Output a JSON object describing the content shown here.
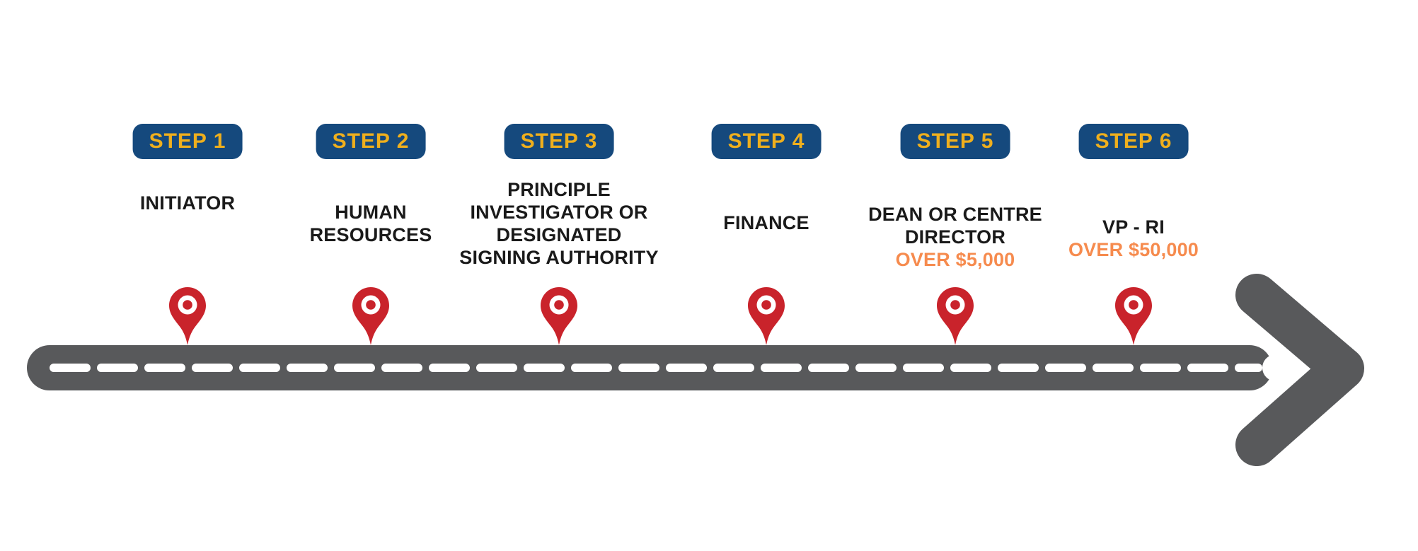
{
  "diagram": {
    "kind": "process-roadmap",
    "direction": "left-to-right",
    "steps": [
      {
        "badge": "STEP 1",
        "label_lines": [
          "INITIATOR"
        ]
      },
      {
        "badge": "STEP 2",
        "label_lines": [
          "HUMAN",
          "RESOURCES"
        ]
      },
      {
        "badge": "STEP 3",
        "label_lines": [
          "PRINCIPLE",
          "INVESTIGATOR OR",
          "DESIGNATED",
          "SIGNING AUTHORITY"
        ]
      },
      {
        "badge": "STEP 4",
        "label_lines": [
          "FINANCE"
        ]
      },
      {
        "badge": "STEP 5",
        "label_lines": [
          "DEAN OR CENTRE",
          "DIRECTOR"
        ],
        "note": "OVER $5,000"
      },
      {
        "badge": "STEP 6",
        "label_lines": [
          "VP - RI"
        ],
        "note": "OVER $50,000"
      }
    ],
    "icons": {
      "marker": "map-pin-icon",
      "road_end": "arrow-right-icon"
    },
    "colors": {
      "badge_background": "#15497D",
      "badge_text": "#EFAF1D",
      "label_text": "#1A1A1A",
      "note_text": "#F68B4E",
      "road_gray": "#58595B",
      "pin_red": "#C9232B",
      "dash_white": "#FFFFFF",
      "background": "#FFFFFF"
    }
  }
}
